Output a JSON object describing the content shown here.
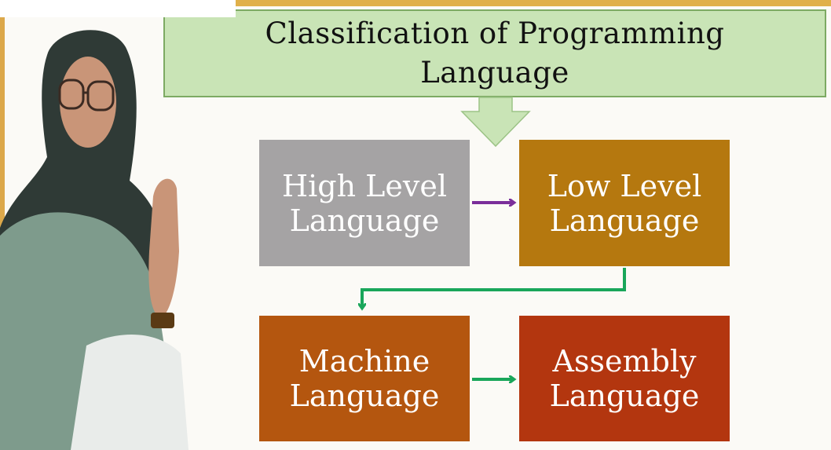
{
  "title": "Classification of Programming Language",
  "boxes": {
    "high_level": "High Level Language",
    "low_level": "Low Level Language",
    "machine": "Machine Language",
    "assembly": "Assembly Language"
  },
  "colors": {
    "title_fill": "#c9e4b6",
    "high_level": "#a5a3a4",
    "low_level": "#b5780f",
    "machine": "#b4560f",
    "assembly": "#b3360f",
    "arrow_purple": "#7a2e9a",
    "arrow_green": "#19a65a",
    "frame": "#e0b04a"
  }
}
